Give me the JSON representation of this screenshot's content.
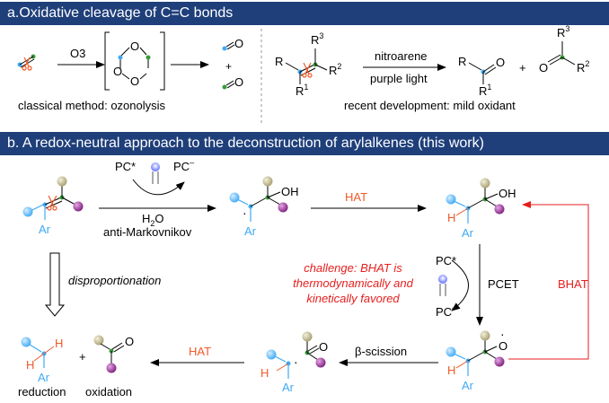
{
  "section_a": {
    "title": "a.Oxidative cleavage of C=C bonds",
    "classical": {
      "reagent": "O3",
      "plus": "+",
      "caption": "classical method: ozonolysis",
      "ozonide_o": [
        "O",
        "O",
        "O"
      ],
      "carbonyl_o": [
        "O",
        "O"
      ]
    },
    "recent": {
      "reagent_top": "nitroarene",
      "reagent_bottom": "purple light",
      "caption": "recent development: mild oxidant",
      "plus": "+",
      "substrate_labels": {
        "r": "R",
        "r1": "R",
        "r1_sup": "1",
        "r2": "R",
        "r2_sup": "2",
        "r3": "R",
        "r3_sup": "3"
      },
      "product1": {
        "r": "R",
        "r1": "R",
        "r1_sup": "1",
        "o": "O"
      },
      "product2": {
        "r3": "R",
        "r3_sup": "3",
        "r2": "R",
        "r2_sup": "2",
        "o": "O"
      }
    }
  },
  "section_b": {
    "title": "b. A redox-neutral approach to the deconstruction of arylalkenes (this work)",
    "step1": {
      "pc_star": "PC*",
      "pc_minus": "PC",
      "minus": "–",
      "water": "H2O",
      "water_h": "H",
      "water_sub": "2",
      "water_o": "O",
      "condition": "anti-Markovnikov"
    },
    "labels": {
      "ar": "Ar",
      "oh": "OH",
      "h": "H",
      "o": "O",
      "radical": "·"
    },
    "hat_top": "HAT",
    "hat_bottom": "HAT",
    "pcet": "PCET",
    "pcet_pc_star": "PC*",
    "pcet_pc_minus": "PC",
    "minus": "–",
    "bhat": "BHAT",
    "challenge": [
      "challenge: BHAT is",
      "thermodynamically and",
      "kinetically favored"
    ],
    "disproportionation": "disproportionation",
    "beta_scission": "β-scission",
    "plus": "+",
    "reduction": "reduction",
    "oxidation": "oxidation"
  },
  "colors": {
    "banner": "#1f3f7a",
    "blue": "#3fa9f5",
    "green": "#3a9a3a",
    "purple": "#8b2a8b",
    "khaki": "#bdb58a",
    "orange": "#f05a28",
    "red": "#e61e1e",
    "lamp": "#6a7cff"
  }
}
